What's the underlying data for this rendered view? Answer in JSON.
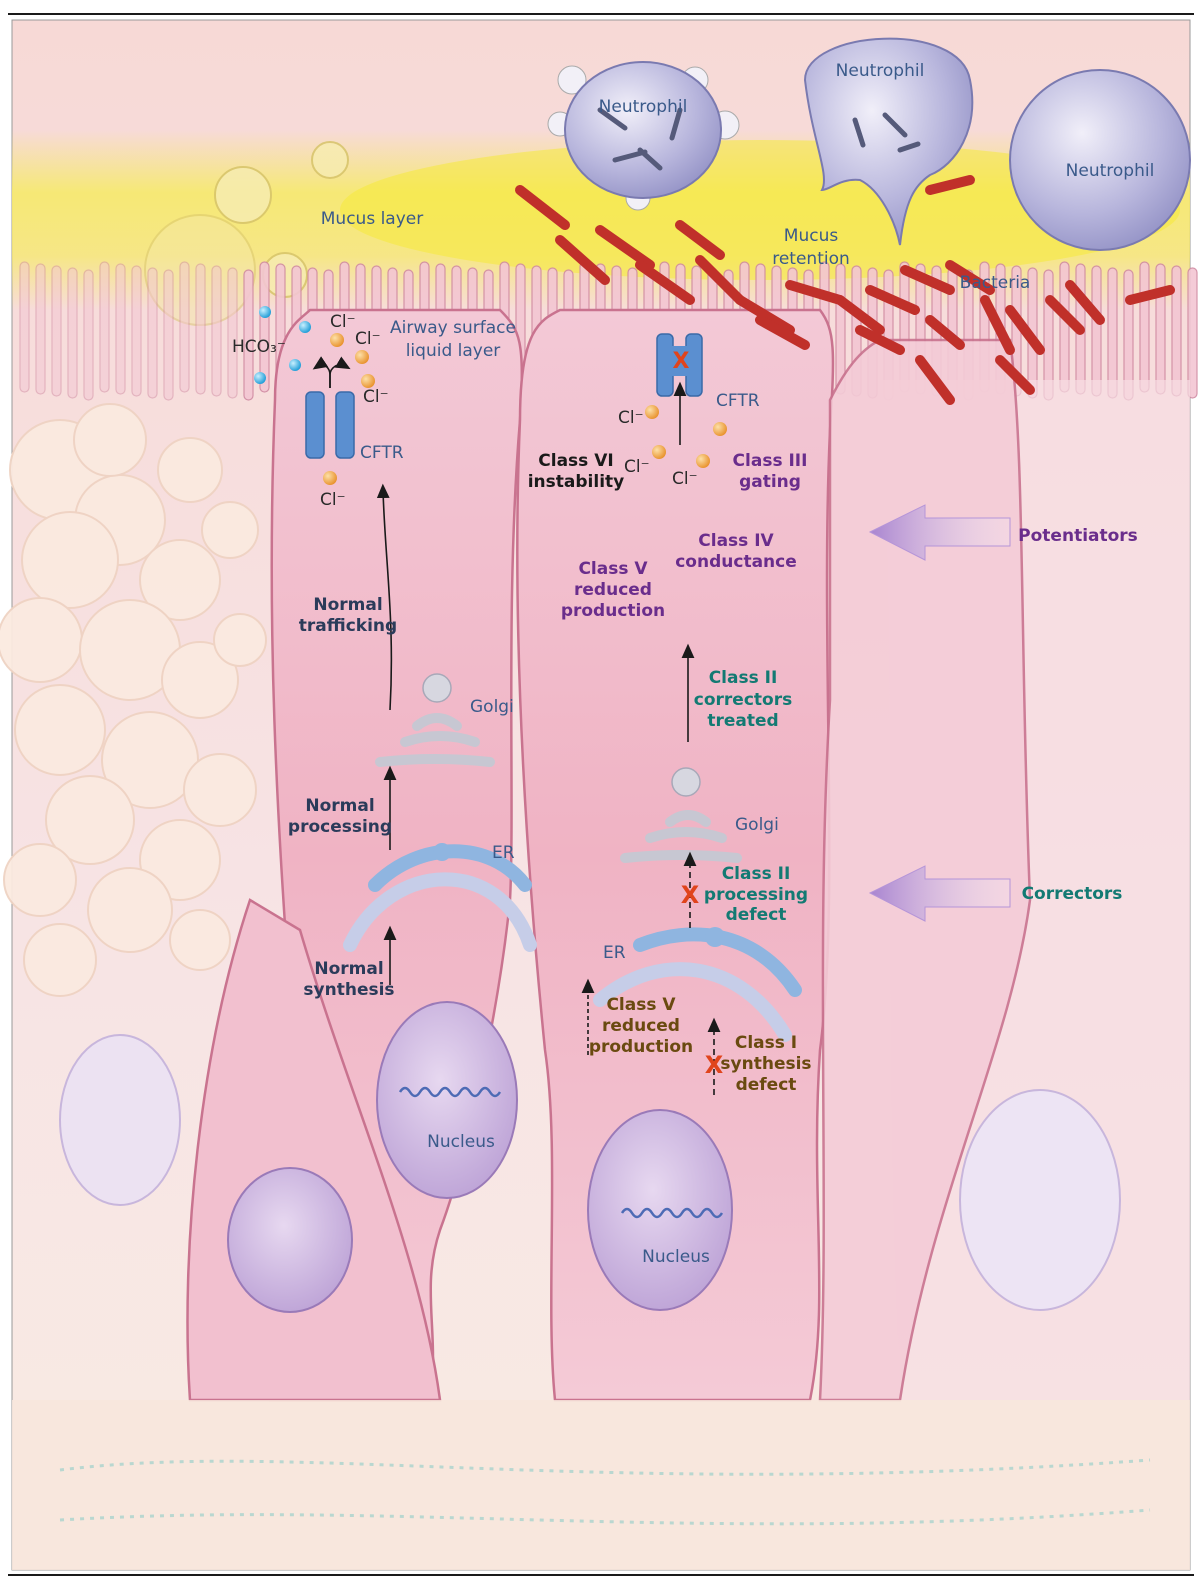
{
  "colors": {
    "cell_fill": "#f1b6c7",
    "cell_stroke": "#c9738f",
    "mucus": "#f6ea6a",
    "cftr": "#5b8fd0",
    "chloride": "#f4a63a",
    "bicarbonate": "#3ab4e8",
    "bacteria": "#c0302a",
    "defect_x": "#e0441c",
    "drug_arrow": "#b89ad8",
    "purple_text": "#6a2d8c",
    "teal_text": "#137a73",
    "olive_text": "#6a4a10",
    "navy_text": "#2b3b5a"
  },
  "labels": {
    "mucus_layer": "Mucus layer",
    "airway_surface_1": "Airway surface",
    "airway_surface_2": "liquid layer",
    "hco3": "HCO₃⁻",
    "cl": "Cl⁻",
    "cftr": "CFTR",
    "golgi": "Golgi",
    "er": "ER",
    "nucleus": "Nucleus",
    "neutrophil": "Neutrophil",
    "mucus_retention_1": "Mucus",
    "mucus_retention_2": "retention",
    "bacteria": "Bacteria",
    "normal_trafficking_1": "Normal",
    "normal_trafficking_2": "trafficking",
    "normal_processing_1": "Normal",
    "normal_processing_2": "processing",
    "normal_synthesis_1": "Normal",
    "normal_synthesis_2": "synthesis",
    "class_vi_1": "Class VI",
    "class_vi_2": "instability",
    "class_iii_1": "Class III",
    "class_iii_2": "gating",
    "class_iv_1": "Class IV",
    "class_iv_2": "conductance",
    "class_v_1": "Class V",
    "class_v_2": "reduced",
    "class_v_3": "production",
    "class_ii_treated_1": "Class II",
    "class_ii_treated_2": "correctors",
    "class_ii_treated_3": "treated",
    "class_ii_defect_1": "Class II",
    "class_ii_defect_2": "processing",
    "class_ii_defect_3": "defect",
    "class_i_1": "Class I",
    "class_i_2": "synthesis",
    "class_i_3": "defect",
    "potentiators": "Potentiators",
    "correctors": "Correctors",
    "x_mark": "X"
  }
}
